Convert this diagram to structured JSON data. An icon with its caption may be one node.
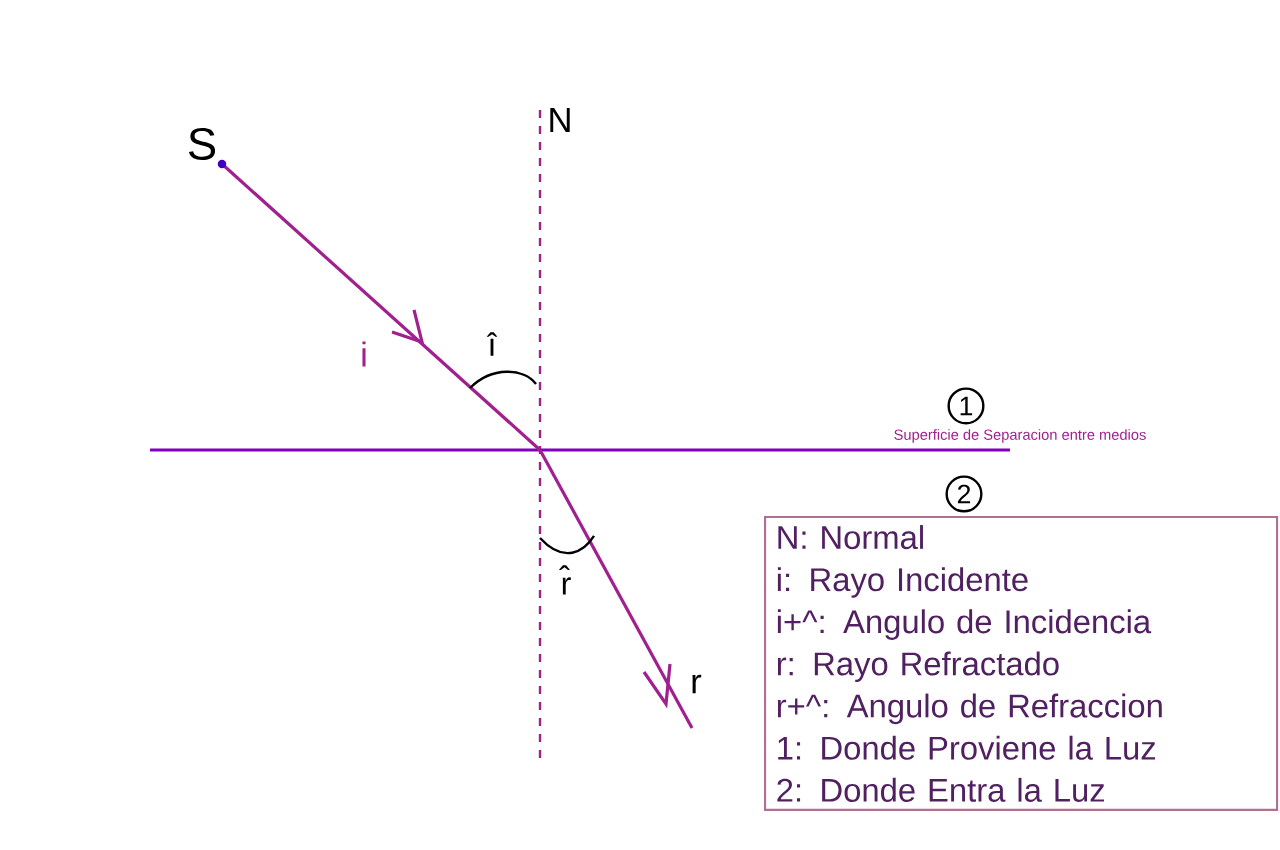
{
  "diagram": {
    "nodes": [
      {
        "text": [
          "1"
        ]
      },
      {
        "text": [
          "2"
        ]
      },
      {
        "text": [
          "N: Normal",
          "i: Rayo Incidente",
          "i+^: Angulo de Incidencia",
          "r: Rayo Refractado",
          "r+^: Angulo de Refraccion",
          "1: Donde Proviene la Luz",
          "2: Donde Entra la Luz"
        ]
      }
    ],
    "edges": [],
    "labels": [
      "N",
      "S",
      "i",
      "î",
      "Superficie de Separacion entre medios",
      "r̂",
      "r"
    ]
  }
}
